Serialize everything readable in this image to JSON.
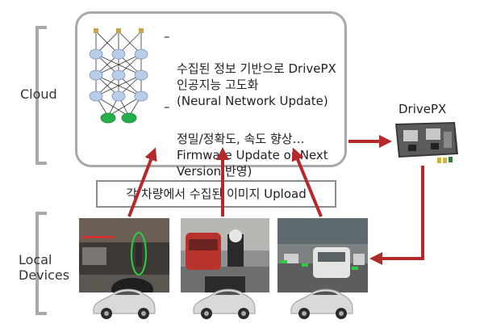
{
  "cloud": {
    "label": "Cloud",
    "bullets": [
      {
        "dash": "–",
        "text": "수집된 정보 기반으로 DrivePX\n인공지능 고도화\n(Neural Network Update)"
      },
      {
        "dash": "–",
        "text": "정밀/정확도, 속도 향상…\nFirmware Update or Next\nVersion 반영)"
      }
    ]
  },
  "local": {
    "label": "Local\nDevices"
  },
  "upload": {
    "text": "각 차량에서 수집된 이미지 Upload"
  },
  "drivepx": {
    "label": "DrivePX"
  },
  "colors": {
    "arrow": "#b5292b",
    "bracket": "#a9a9a9",
    "box_border": "#a8a8a8",
    "node_blue": "#b9cce8",
    "node_green": "#27ae4a"
  }
}
